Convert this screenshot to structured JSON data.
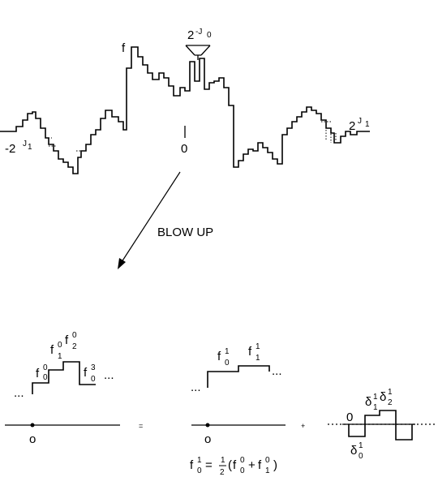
{
  "top": {
    "function_label": "f",
    "scale_coarse": {
      "base": "2",
      "exp": "-J",
      "exp_sub": "0"
    },
    "left_bound": {
      "prefix": "-2",
      "exp": "J",
      "exp_sub": "1"
    },
    "right_bound": {
      "base": "2",
      "exp": "J",
      "exp_sub": "1"
    },
    "origin_label": "0"
  },
  "arrow_label": "BLOW UP",
  "bottom": {
    "left_panel": {
      "samples": [
        {
          "base": "f",
          "sub": "0",
          "sup": "0"
        },
        {
          "base": "f",
          "sub": "1",
          "sup": "0"
        },
        {
          "base": "f",
          "sub": "2",
          "sup": "0"
        },
        {
          "base": "f",
          "sub": "0",
          "sup": "3"
        }
      ],
      "ellipsis_left": "...",
      "ellipsis_right": "...",
      "origin_label": "o"
    },
    "equals_sign": "=",
    "middle_panel": {
      "samples": [
        {
          "base": "f",
          "sub": "0",
          "sup": "1"
        },
        {
          "base": "f",
          "sub": "1",
          "sup": "1"
        }
      ],
      "ellipsis_left": "...",
      "ellipsis_right": "...",
      "origin_label": "o",
      "formula": {
        "lhs_base": "f",
        "lhs_sub": "0",
        "lhs_sup": "1",
        "equals": "=",
        "frac_num": "1",
        "frac_den": "2",
        "open": "(",
        "t1_base": "f",
        "t1_sub": "0",
        "t1_sup": "0",
        "plus": "+",
        "t2_base": "f",
        "t2_sub": "1",
        "t2_sup": "0",
        "close": ")"
      }
    },
    "plus_sign": "+",
    "right_panel": {
      "zero_label": "0",
      "details": [
        {
          "base": "δ",
          "sub": "0",
          "sup": "1"
        },
        {
          "base": "δ",
          "sub": "1",
          "sup": "1"
        },
        {
          "base": "δ",
          "sub": "2",
          "sup": "1"
        }
      ]
    }
  }
}
